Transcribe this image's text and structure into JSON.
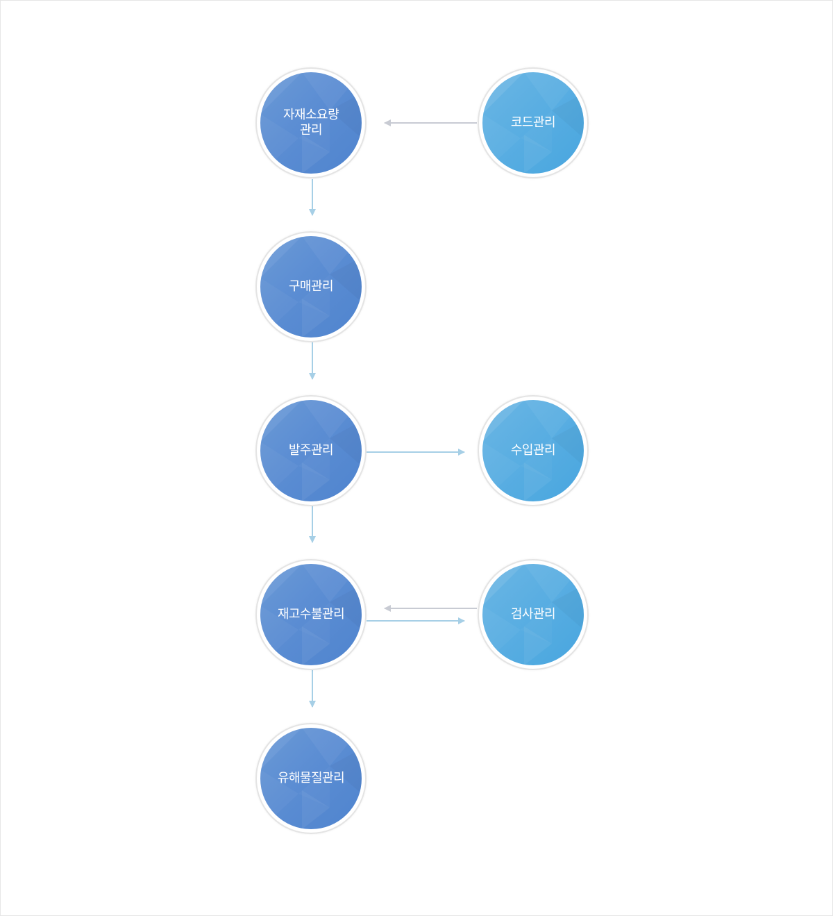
{
  "colors": {
    "node_dark": "#5b8dd3",
    "node_light": "#55abe1",
    "arrow_blue": "#a6cfe6",
    "arrow_gray": "#c8cbd3",
    "ring_border": "#e4e4e4"
  },
  "nodes": {
    "material_requirement": {
      "label": "자재소요량\n관리",
      "tone": "dark"
    },
    "code": {
      "label": "코드관리",
      "tone": "light"
    },
    "purchase": {
      "label": "구매관리",
      "tone": "dark"
    },
    "order": {
      "label": "발주관리",
      "tone": "dark"
    },
    "import": {
      "label": "수입관리",
      "tone": "light"
    },
    "inventory": {
      "label": "재고수불관리",
      "tone": "dark"
    },
    "inspection": {
      "label": "검사관리",
      "tone": "light"
    },
    "hazardous": {
      "label": "유해물질관리",
      "tone": "dark"
    }
  },
  "edges": [
    {
      "from": "code",
      "to": "material_requirement"
    },
    {
      "from": "material_requirement",
      "to": "purchase"
    },
    {
      "from": "purchase",
      "to": "order"
    },
    {
      "from": "order",
      "to": "import"
    },
    {
      "from": "order",
      "to": "inventory"
    },
    {
      "from": "inspection",
      "to": "inventory"
    },
    {
      "from": "inventory",
      "to": "inspection"
    },
    {
      "from": "inventory",
      "to": "hazardous"
    }
  ]
}
